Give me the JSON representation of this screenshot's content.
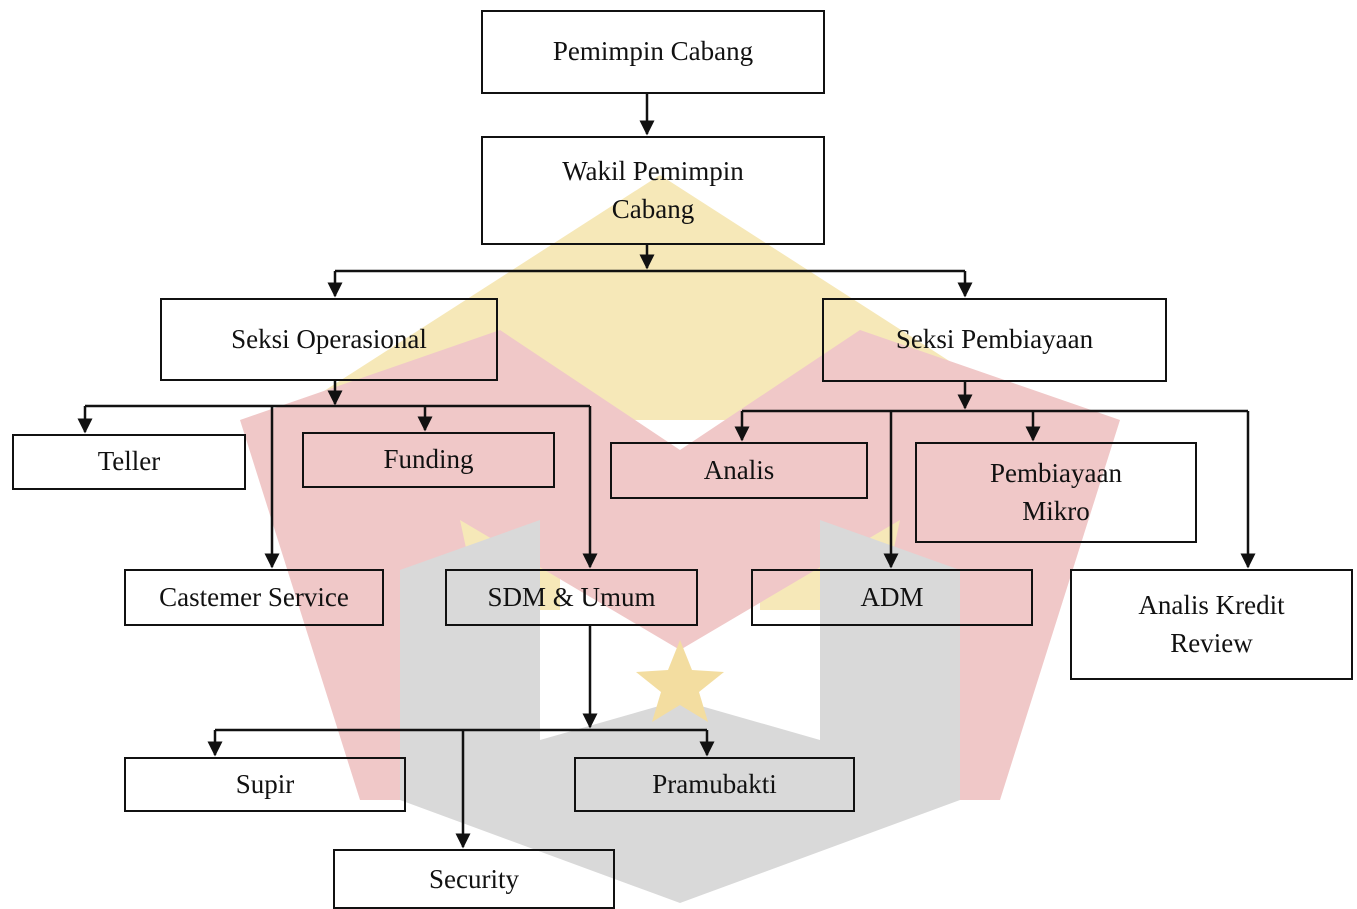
{
  "nodes": {
    "pemimpin_cabang": "Pemimpin Cabang",
    "wakil_pemimpin_cabang": "Wakil Pemimpin\nCabang",
    "seksi_operasional": "Seksi Operasional",
    "seksi_pembiayaan": "Seksi Pembiayaan",
    "teller": "Teller",
    "funding": "Funding",
    "castemer_service": "Castemer Service",
    "sdm_umum": "SDM & Umum",
    "analis": "Analis",
    "pembiayaan_mikro": "Pembiayaan\nMikro",
    "adm": "ADM",
    "analis_kredit_review": "Analis Kredit\nReview",
    "supir": "Supir",
    "pramubakti": "Pramubakti",
    "security": "Security"
  },
  "colors": {
    "line": "#111111",
    "watermark_yellow": "#f6e8b8",
    "watermark_red": "#f0c8c8",
    "watermark_gray": "#d9d9d9"
  }
}
